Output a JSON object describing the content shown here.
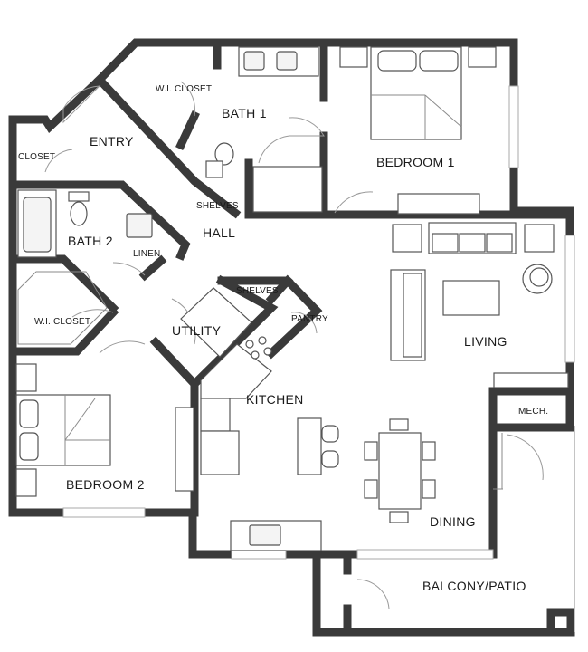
{
  "rooms": {
    "wi_closet_1": "W.I. CLOSET",
    "bath1": "BATH 1",
    "entry": "ENTRY",
    "closet": "CLOSET",
    "bedroom1": "BEDROOM 1",
    "shelves_hall": "SHELVES",
    "hall": "HALL",
    "bath2": "BATH 2",
    "linen": "LINEN",
    "wi_closet_2": "W.I. CLOSET",
    "shelves_utility": "SHELVES",
    "pantry": "PANTRY",
    "utility": "UTILITY",
    "living": "LIVING",
    "kitchen": "KITCHEN",
    "mech": "MECH.",
    "bedroom2": "BEDROOM 2",
    "dining": "DINING",
    "balcony": "BALCONY/PATIO"
  }
}
